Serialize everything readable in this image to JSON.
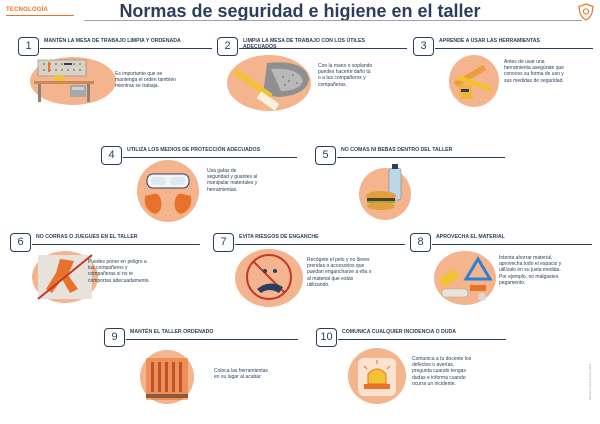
{
  "header": {
    "subject": "TECNOLOGÍA",
    "title": "Normas de seguridad e higiene en el taller",
    "logo_icon": "shield-crest-icon",
    "side_text": "Mariana Viana Castro 2021"
  },
  "colors": {
    "accent": "#e8722b",
    "navy": "#2c3e5e",
    "blob": "#f4b48e"
  },
  "rules": [
    {
      "number": "1",
      "heading": "MANTÉN LA MESA DE TRABAJO LIMPIA Y ORDENADA",
      "description": "Es importante que se mantenga el orden también mientras se trabaja.",
      "icon": "workbench-icon"
    },
    {
      "number": "2",
      "heading": "LIMPIA LA MESA DE TRABAJO CON LOS ÚTILES ADECUADOS",
      "description": "Con la mano o soplando puedes hacerte daño tú o a tus compañeros y compañeras.",
      "icon": "brush-dustpan-icon"
    },
    {
      "number": "3",
      "heading": "APRENDE A USAR LAS HERRAMIENTAS",
      "description": "Antes de usar una herramienta asegúrate que conoces su forma de uso y sus medidas de seguridad.",
      "icon": "tools-icon"
    },
    {
      "number": "4",
      "heading": "UTILIZA LOS MEDIOS DE PROTECCIÓN ADECUADOS",
      "description": "Usa gafas de seguridad y guantes al manipular materiales y herramientas.",
      "icon": "goggles-gloves-icon"
    },
    {
      "number": "5",
      "heading": "NO COMAS NI BEBAS DENTRO DEL TALLER",
      "description": "",
      "icon": "food-drink-icon"
    },
    {
      "number": "6",
      "heading": "NO CORRAS O JUEGUES EN EL TALLER",
      "description": "Puedes poner en peligro a tus compañeros y compañeras si no te comportas adecuadamente.",
      "icon": "no-running-icon"
    },
    {
      "number": "7",
      "heading": "EVITA RIESGOS DE ENGANCHE",
      "description": "Recógete el pelo y no lleves prendas o accesorios que puedan engancharse a ella o al material que estás utilizando.",
      "icon": "entanglement-icon"
    },
    {
      "number": "8",
      "heading": "APROVECHA EL MATERIAL",
      "description": "Intenta ahorrar material, aprovecha todo el espacio y utilízalo en su justa medida. Por ejemplo, no malgastes pegamento.",
      "icon": "recycle-materials-icon"
    },
    {
      "number": "9",
      "heading": "MANTÉN EL TALLER ORDENADO",
      "description": "Coloca las herramientas en su lugar al acabar.",
      "icon": "tool-rack-icon"
    },
    {
      "number": "10",
      "heading": "COMUNICA CUALQUIER INCIDENCIA O DUDA",
      "description": "Comunica a tu docente los defectos o averías, pregunta cuando tengas dudas e informa cuando ocurra un incidente.",
      "icon": "alarm-light-icon"
    }
  ]
}
